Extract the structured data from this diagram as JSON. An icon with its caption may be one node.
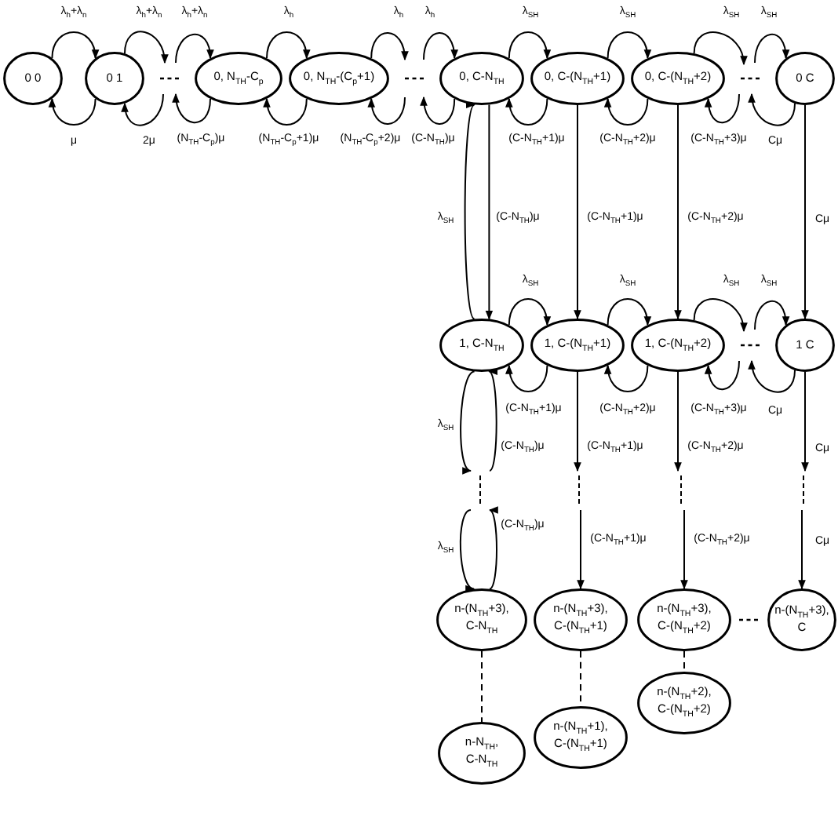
{
  "diagram": {
    "nodes": [
      {
        "text": [
          "0 0"
        ]
      },
      {
        "text": [
          "0 1"
        ]
      },
      {
        "text": [
          "0, N$_{TH}$-C$_{p}$"
        ]
      },
      {
        "text": [
          "0, N$_{TH}$-(C$_{p}$+1)"
        ]
      },
      {
        "text": [
          "0, C-N$_{TH}$"
        ]
      },
      {
        "text": [
          "0, C-(N$_{TH}$+1)"
        ]
      },
      {
        "text": [
          "0, C-(N$_{TH}$+2)"
        ]
      },
      {
        "text": [
          "0 C"
        ]
      },
      {
        "text": [
          "1, C-N$_{TH}$"
        ]
      },
      {
        "text": [
          "1, C-(N$_{TH}$+1)"
        ]
      },
      {
        "text": [
          "1, C-(N$_{TH}$+2)"
        ]
      },
      {
        "text": [
          "1 C"
        ]
      },
      {
        "text": [
          "n-(N$_{TH}$+3),",
          "C-N$_{TH}$"
        ]
      },
      {
        "text": [
          "n-(N$_{TH}$+3),",
          "C-(N$_{TH}$+1)"
        ]
      },
      {
        "text": [
          "n-(N$_{TH}$+3),",
          "C-(N$_{TH}$+2)"
        ]
      },
      {
        "text": [
          "n-(N$_{TH}$+3),",
          "C"
        ]
      },
      {
        "text": [
          "n-N$_{TH}$,",
          "C-N$_{TH}$"
        ]
      },
      {
        "text": [
          "n-(N$_{TH}$+1),",
          "C-(N$_{TH}$+1)"
        ]
      },
      {
        "text": [
          "n-(N$_{TH}$+2),",
          "C-(N$_{TH}$+2)"
        ]
      }
    ],
    "edges": [
      {
        "from": 0,
        "to": 1,
        "arrow": "to",
        "label": "λ$_{h}$+λ$_{n}$"
      },
      {
        "from": 1,
        "to": 0,
        "arrow": "to",
        "label": "μ"
      },
      {
        "from": 1,
        "to": null,
        "arrow": "to",
        "label": "λ$_{h}$+λ$_{n}$"
      },
      {
        "from": null,
        "to": 1,
        "arrow": "to",
        "label": "2μ"
      },
      {
        "from": null,
        "to": 2,
        "arrow": "to",
        "label": "λ$_{h}$+λ$_{n}$"
      },
      {
        "from": 2,
        "to": null,
        "arrow": "to",
        "label": "(N$_{TH}$-C$_{p}$)μ"
      },
      {
        "from": 2,
        "to": 3,
        "arrow": "to",
        "label": "λ$_{h}$"
      },
      {
        "from": 3,
        "to": 2,
        "arrow": "to",
        "label": "(N$_{TH}$-C$_{p}$+1)μ"
      },
      {
        "from": 3,
        "to": null,
        "arrow": "to",
        "label": "λ$_{h}$"
      },
      {
        "from": null,
        "to": 3,
        "arrow": "to",
        "label": "(N$_{TH}$-C$_{p}$+2)μ"
      },
      {
        "from": null,
        "to": 4,
        "arrow": "to",
        "label": "λ$_{h}$"
      },
      {
        "from": 4,
        "to": null,
        "arrow": "to",
        "label": "(C-N$_{TH}$)μ"
      },
      {
        "from": 4,
        "to": 5,
        "arrow": "to",
        "label": "λ$_{SH}$"
      },
      {
        "from": 5,
        "to": 4,
        "arrow": "to",
        "label": "(C-N$_{TH}$+1)μ"
      },
      {
        "from": 5,
        "to": 6,
        "arrow": "to",
        "label": "λ$_{SH}$"
      },
      {
        "from": 6,
        "to": 5,
        "arrow": "to",
        "label": "(C-N$_{TH}$+2)μ"
      },
      {
        "from": 6,
        "to": null,
        "arrow": "to",
        "label": "λ$_{SH}$"
      },
      {
        "from": null,
        "to": 6,
        "arrow": "to",
        "label": "(C-N$_{TH}$+3)μ"
      },
      {
        "from": null,
        "to": 7,
        "arrow": "to",
        "label": "λ$_{SH}$"
      },
      {
        "from": 7,
        "to": null,
        "arrow": "to",
        "label": "Cμ"
      },
      {
        "from": 8,
        "to": 4,
        "arrow": "to",
        "label": "λ$_{SH}$"
      },
      {
        "from": 4,
        "to": 8,
        "arrow": "to",
        "label": "(C-N$_{TH}$)μ"
      },
      {
        "from": 5,
        "to": 9,
        "arrow": "to",
        "label": "(C-N$_{TH}$+1)μ"
      },
      {
        "from": 6,
        "to": 10,
        "arrow": "to",
        "label": "(C-N$_{TH}$+2)μ"
      },
      {
        "from": 7,
        "to": 11,
        "arrow": "to",
        "label": "Cμ"
      },
      {
        "from": 8,
        "to": 9,
        "arrow": "to",
        "label": "λ$_{SH}$"
      },
      {
        "from": 9,
        "to": 8,
        "arrow": "to",
        "label": "(C-N$_{TH}$+1)μ"
      },
      {
        "from": 9,
        "to": 10,
        "arrow": "to",
        "label": "λ$_{SH}$"
      },
      {
        "from": 10,
        "to": 9,
        "arrow": "to",
        "label": "(C-N$_{TH}$+2)μ"
      },
      {
        "from": 10,
        "to": null,
        "arrow": "to",
        "label": "λ$_{SH}$"
      },
      {
        "from": null,
        "to": 10,
        "arrow": "to",
        "label": "(C-N$_{TH}$+3)μ"
      },
      {
        "from": null,
        "to": 11,
        "arrow": "to",
        "label": "λ$_{SH}$"
      },
      {
        "from": 11,
        "to": null,
        "arrow": "to",
        "label": "Cμ"
      },
      {
        "from": 8,
        "to": null,
        "arrow": "to",
        "label": "λ$_{SH}$"
      },
      {
        "from": null,
        "to": 8,
        "arrow": "to",
        "label": "(C-N$_{TH}$)μ"
      },
      {
        "from": null,
        "to": 12,
        "arrow": "to",
        "label": "λ$_{SH}$"
      },
      {
        "from": 12,
        "to": null,
        "arrow": "to",
        "label": "(C-N$_{TH}$)μ"
      },
      {
        "from": 9,
        "to": null,
        "arrow": "to",
        "label": "(C-N$_{TH}$+1)μ"
      },
      {
        "from": null,
        "to": 13,
        "arrow": "to",
        "label": "(C-N$_{TH}$+1)μ"
      },
      {
        "from": 10,
        "to": null,
        "arrow": "to",
        "label": "(C-N$_{TH}$+2)μ"
      },
      {
        "from": null,
        "to": 14,
        "arrow": "to",
        "label": "(C-N$_{TH}$+2)μ"
      },
      {
        "from": 11,
        "to": null,
        "arrow": "to",
        "label": "Cμ"
      },
      {
        "from": null,
        "to": 15,
        "arrow": "to",
        "label": "Cμ"
      },
      {
        "from": 12,
        "to": 16,
        "arrow": "none",
        "style": "dashed"
      },
      {
        "from": 13,
        "to": 17,
        "arrow": "none",
        "style": "dashed"
      },
      {
        "from": 14,
        "to": 18,
        "arrow": "none",
        "style": "dashed"
      }
    ]
  }
}
